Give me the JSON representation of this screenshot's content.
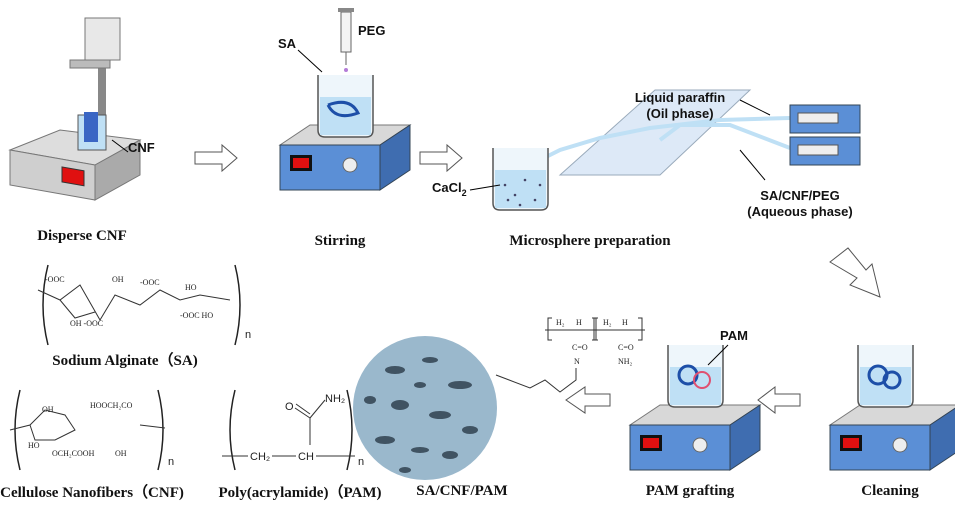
{
  "steps": {
    "disperse": "Disperse CNF",
    "stirring": "Stirring",
    "microsphere": "Microsphere preparation",
    "cleaning": "Cleaning",
    "grafting": "PAM grafting",
    "product": "SA/CNF/PAM"
  },
  "labels": {
    "cnf": "CNF",
    "sa": "SA",
    "peg": "PEG",
    "cacl2": "CaCl",
    "cacl2_sub": "2",
    "oil_1": "Liquid paraffin",
    "oil_2": "(Oil phase)",
    "aq_1": "SA/CNF/PEG",
    "aq_2": "(Aqueous phase)",
    "pam": "PAM"
  },
  "structures": {
    "sa": "Sodium Alginate（SA)",
    "cnf": "Cellulose Nanofibers（CNF)",
    "pam": "Poly(acrylamide)（PAM)",
    "n": "n",
    "ch2": "CH₂",
    "ch": "CH",
    "o": "O",
    "nh2": "NH₂",
    "graft_h2": "H₂",
    "graft_h": "H",
    "graft_c": "C",
    "graft_co": "C=O",
    "graft_n": "N",
    "graft_nh2": "NH₂"
  },
  "colors": {
    "device_blue": "#5b8fd6",
    "hotplate_top": "#c8c8c8",
    "display_red": "#e01010",
    "liquid": "#bfe0f5",
    "sphere": "#8fb2c8",
    "arrow": "#555555"
  }
}
